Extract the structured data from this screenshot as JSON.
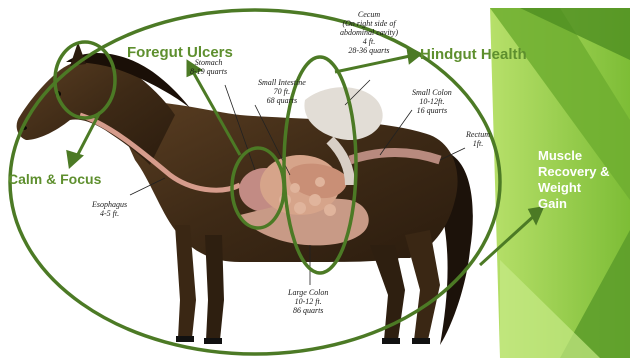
{
  "callouts": {
    "foregut": "Foregut Ulcers",
    "hindgut": "Hindgut Health",
    "calm": "Calm & Focus",
    "muscle": [
      "Muscle",
      "Recovery &",
      "Weight",
      "Gain"
    ]
  },
  "diagram_labels": {
    "stomach": [
      "Stomach",
      "8-19 quarts"
    ],
    "small_intestine": [
      "Small Intestine",
      "70 ft.",
      "68 quarts"
    ],
    "cecum": [
      "Cecum",
      "(On right side of",
      "abdominal cavity)",
      "4 ft.",
      "28-36 quarts"
    ],
    "small_colon": [
      "Small Colon",
      "10-12ft.",
      "16 quarts"
    ],
    "rectum": [
      "Rectum",
      "1ft."
    ],
    "esophagus": [
      "Esophagus",
      "4-5 ft."
    ],
    "large_colon": [
      "Large Colon",
      "10-12 ft.",
      "86 quarts"
    ]
  },
  "colors": {
    "accent_green": "#5e8f2e",
    "outline_green": "#4c7a25",
    "panel_light": "#9bd24a",
    "panel_dark": "#5e9a2a"
  }
}
